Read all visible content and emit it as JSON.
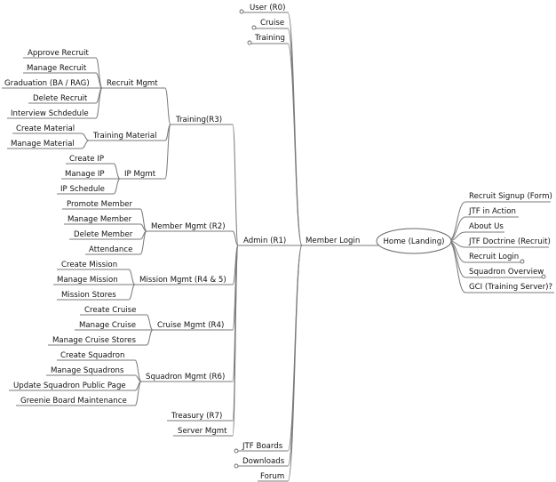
{
  "root": {
    "label": "Home (Landing)"
  },
  "member_login": {
    "label": "Member Login"
  },
  "admin": {
    "label": "Admin (R1)"
  },
  "right_items": [
    {
      "label": "Recruit Signup (Form)"
    },
    {
      "label": "JTF in Action"
    },
    {
      "label": "About Us"
    },
    {
      "label": "JTF Doctrine (Recruit)"
    },
    {
      "label": "Recruit Login"
    },
    {
      "label": "Squadron Overview"
    },
    {
      "label": "GCI (Training Server)?"
    }
  ],
  "top_items": [
    {
      "label": "User (R0)"
    },
    {
      "label": "Cruise"
    },
    {
      "label": "Training"
    }
  ],
  "bottom_items": [
    {
      "label": "JTF Boards"
    },
    {
      "label": "Downloads"
    },
    {
      "label": "Forum"
    }
  ],
  "training": {
    "label": "Training(R3)",
    "groups": [
      {
        "label": "Recruit Mgmt",
        "items": [
          "Approve Recruit",
          "Manage Recruit",
          "Graduation (BA / RAG)",
          "Delete Recruit",
          "Interview Schdedule"
        ]
      },
      {
        "label": "Training Material",
        "items": [
          "Create Material",
          "Manage Material"
        ]
      },
      {
        "label": "IP Mgmt",
        "items": [
          "Create IP",
          "Manage IP",
          "IP Schedule"
        ]
      }
    ]
  },
  "admin_groups": [
    {
      "label": "Member Mgmt (R2)",
      "items": [
        "Promote Member",
        "Manage Member",
        "Delete Member",
        "Attendance"
      ]
    },
    {
      "label": "Mission Mgmt (R4 & 5)",
      "items": [
        "Create Mission",
        "Manage Mission",
        "Mission Stores"
      ]
    },
    {
      "label": "Cruise Mgmt (R4)",
      "items": [
        "Create Cruise",
        "Manage Cruise",
        "Manage Cruise Stores"
      ]
    },
    {
      "label": "Squadron Mgmt (R6)",
      "items": [
        "Create Squadron",
        "Manage Squadrons",
        "Update Squadron Public Page",
        "Greenie Board Maintenance"
      ]
    }
  ],
  "admin_singles": [
    {
      "label": "Treasury (R7)"
    },
    {
      "label": "Server Mgmt"
    }
  ]
}
